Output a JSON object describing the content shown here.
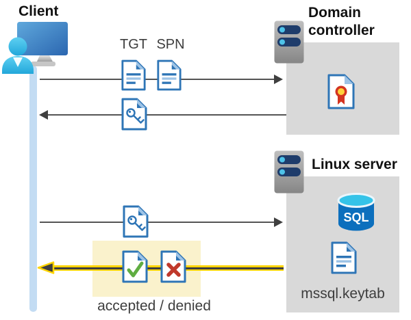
{
  "page": {
    "background": "#ffffff"
  },
  "client": {
    "label": "Client"
  },
  "domain_controller": {
    "title": "Domain controller"
  },
  "linux_server": {
    "title": "Linux server",
    "sql_label": "SQL",
    "keytab_label": "mssql.keytab"
  },
  "messages": {
    "request": {
      "tgt_label": "TGT",
      "spn_label": "SPN",
      "direction": "client-to-domain-controller"
    },
    "ticket_response": {
      "icon": "key-document-icon",
      "direction": "domain-controller-to-client"
    },
    "service_request": {
      "icon": "key-document-icon",
      "direction": "client-to-linux-server"
    },
    "result": {
      "label": "accepted / denied",
      "icons": [
        "accepted-document-icon",
        "denied-document-icon"
      ],
      "direction": "linux-server-to-client",
      "highlighted": true
    }
  },
  "icons": {
    "client-computer-icon": "monitor-with-user",
    "server-icon": "server-chassis-with-two-drive-bays",
    "tgt-document-icon": "text-document",
    "spn-document-icon": "text-document",
    "key-document-icon": "document-with-key",
    "certificate-document-icon": "document-with-red-seal-ribbon",
    "sql-database-icon": "blue-cylinder-sql",
    "keytab-document-icon": "text-document",
    "accepted-document-icon": "document-with-green-check",
    "denied-document-icon": "document-with-red-x"
  },
  "colors": {
    "doc_blue": "#2e75b6",
    "doc_light_blue": "#9dc3e6",
    "box_gray": "#d9d9d9",
    "arrow_gray": "#545454",
    "arrowhead_gray": "#3f3f3f",
    "lifeline_blue": "#c3dcf3",
    "highlight_yellow": "#faf2cc",
    "arrow_yellow": "#ffd400",
    "check_green": "#5fad41",
    "cross_red": "#c0392b",
    "cert_red": "#d33420",
    "cert_yellow": "#ffd23b",
    "sql_body_blue": "#0c6fbd",
    "sql_top_cyan": "#35c3e8",
    "server_bar_navy": "#1e3c6b",
    "server_dot_cyan": "#4ec3e9",
    "person_cyan": "#3fc6f0"
  }
}
